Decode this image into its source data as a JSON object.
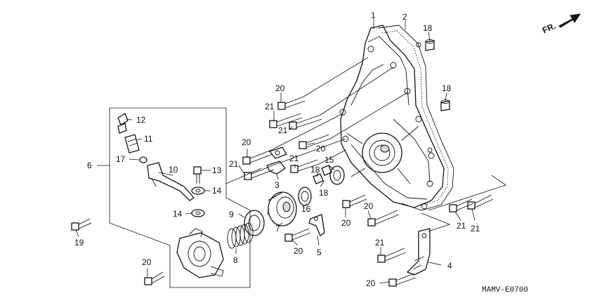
{
  "direction": {
    "label": "FR.",
    "icon": "front-direction-arrow-icon"
  },
  "drawing_code": "MAMV-E0700",
  "callouts": [
    {
      "key": "p1",
      "text": "1"
    },
    {
      "key": "p2",
      "text": "2"
    },
    {
      "key": "p18a",
      "text": "18"
    },
    {
      "key": "p18b",
      "text": "18"
    },
    {
      "key": "p20a",
      "text": "20"
    },
    {
      "key": "p21a",
      "text": "21"
    },
    {
      "key": "p21b",
      "text": "21"
    },
    {
      "key": "p12",
      "text": "12"
    },
    {
      "key": "p11",
      "text": "11"
    },
    {
      "key": "p20b",
      "text": "20"
    },
    {
      "key": "p20c",
      "text": "20"
    },
    {
      "key": "p6",
      "text": "6"
    },
    {
      "key": "p17",
      "text": "17"
    },
    {
      "key": "p10",
      "text": "10"
    },
    {
      "key": "p13",
      "text": "13"
    },
    {
      "key": "p21c",
      "text": "21"
    },
    {
      "key": "p21d",
      "text": "21"
    },
    {
      "key": "p15",
      "text": "15"
    },
    {
      "key": "p18c",
      "text": "18"
    },
    {
      "key": "p18d",
      "text": "18"
    },
    {
      "key": "p3",
      "text": "3"
    },
    {
      "key": "p14a",
      "text": "14"
    },
    {
      "key": "p14b",
      "text": "14"
    },
    {
      "key": "p16",
      "text": "16"
    },
    {
      "key": "p9",
      "text": "9"
    },
    {
      "key": "p7",
      "text": "7"
    },
    {
      "key": "p20d",
      "text": "20"
    },
    {
      "key": "p20e",
      "text": "20"
    },
    {
      "key": "p21e",
      "text": "21"
    },
    {
      "key": "p21f",
      "text": "21"
    },
    {
      "key": "p19",
      "text": "19"
    },
    {
      "key": "p8",
      "text": "8"
    },
    {
      "key": "p20f",
      "text": "20"
    },
    {
      "key": "p5",
      "text": "5"
    },
    {
      "key": "p21g",
      "text": "21"
    },
    {
      "key": "p4",
      "text": "4"
    },
    {
      "key": "p20g",
      "text": "20"
    },
    {
      "key": "p20h",
      "text": "20"
    }
  ]
}
